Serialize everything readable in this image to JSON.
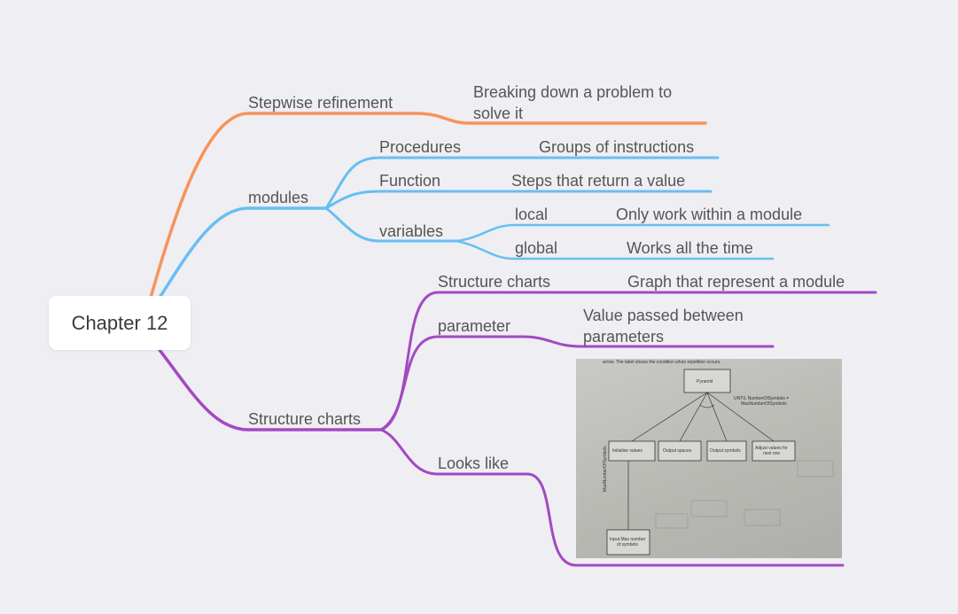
{
  "central": {
    "title": "Chapter 12"
  },
  "branches": {
    "stepwise": {
      "label": "Stepwise refinement",
      "description_line1": "Breaking down a problem to",
      "description_line2": "solve it",
      "color": "#f7935a"
    },
    "modules": {
      "label": "modules",
      "color": "#67bff3",
      "procedures": {
        "label": "Procedures",
        "description": "Groups of instructions"
      },
      "function": {
        "label": "Function",
        "description": "Steps that return a value"
      },
      "variables": {
        "label": "variables",
        "local": {
          "label": "local",
          "description": "Only work within a module"
        },
        "global": {
          "label": "global",
          "description": "Works all the time"
        }
      }
    },
    "structure": {
      "label": "Structure charts",
      "color": "#a349c2",
      "structure_charts": {
        "label": "Structure charts",
        "description": "Graph that represent a module"
      },
      "parameter": {
        "label": "parameter",
        "description_line1": "Value passed between",
        "description_line2": "parameters"
      },
      "looks_like": {
        "label": "Looks like"
      }
    }
  },
  "photo": {
    "caption": "arrow. The label shows the condition when repetition occurs.",
    "top_box": "Pyramid",
    "until_line1": "UNTIL NumberOfSymbols =",
    "until_line2": "MaxNumberOfSymbols",
    "box1": "Initialise values",
    "box2": "Output spaces",
    "box3": "Output symbols",
    "box4_line1": "Adjust values for",
    "box4_line2": "next row",
    "input_line1": "Input Max number",
    "input_line2": "of symbols",
    "vertical_label": "MaxNumberOfSymbols"
  }
}
